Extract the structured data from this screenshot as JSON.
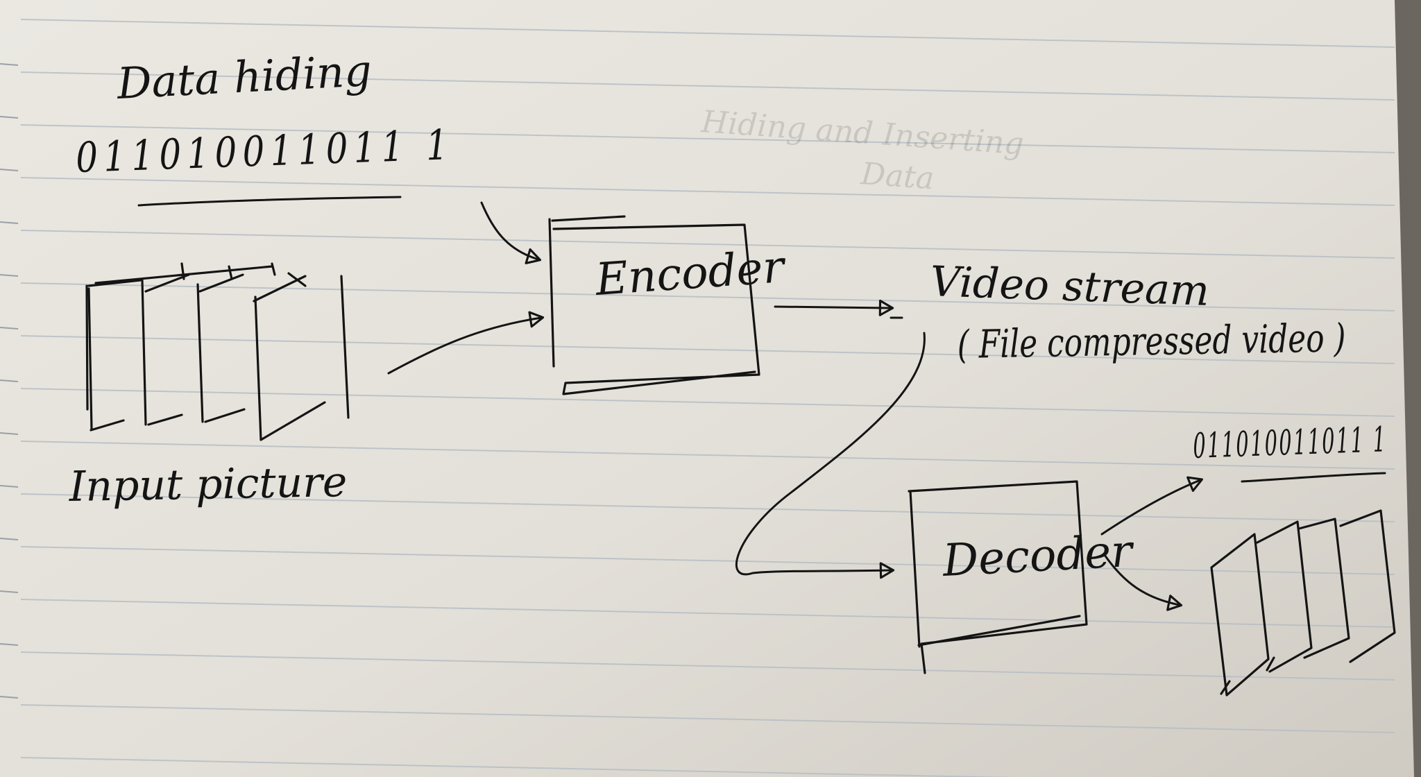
{
  "diagram": {
    "title": "Data hiding",
    "secret_bits": "011010011011 1",
    "input": {
      "label": "Input picture"
    },
    "encoder": {
      "label": "Encoder"
    },
    "stream": {
      "label": "Video stream",
      "sublabel": "( File compressed video )"
    },
    "decoder": {
      "label": "Decoder"
    },
    "recovered_bits": "011010011011 1",
    "ghost_text": [
      "Hiding and Inserting",
      "Data"
    ]
  },
  "colors": {
    "paper": "#e6e3dc",
    "rule_line": "#b9c0c6",
    "ink": "#141414"
  }
}
